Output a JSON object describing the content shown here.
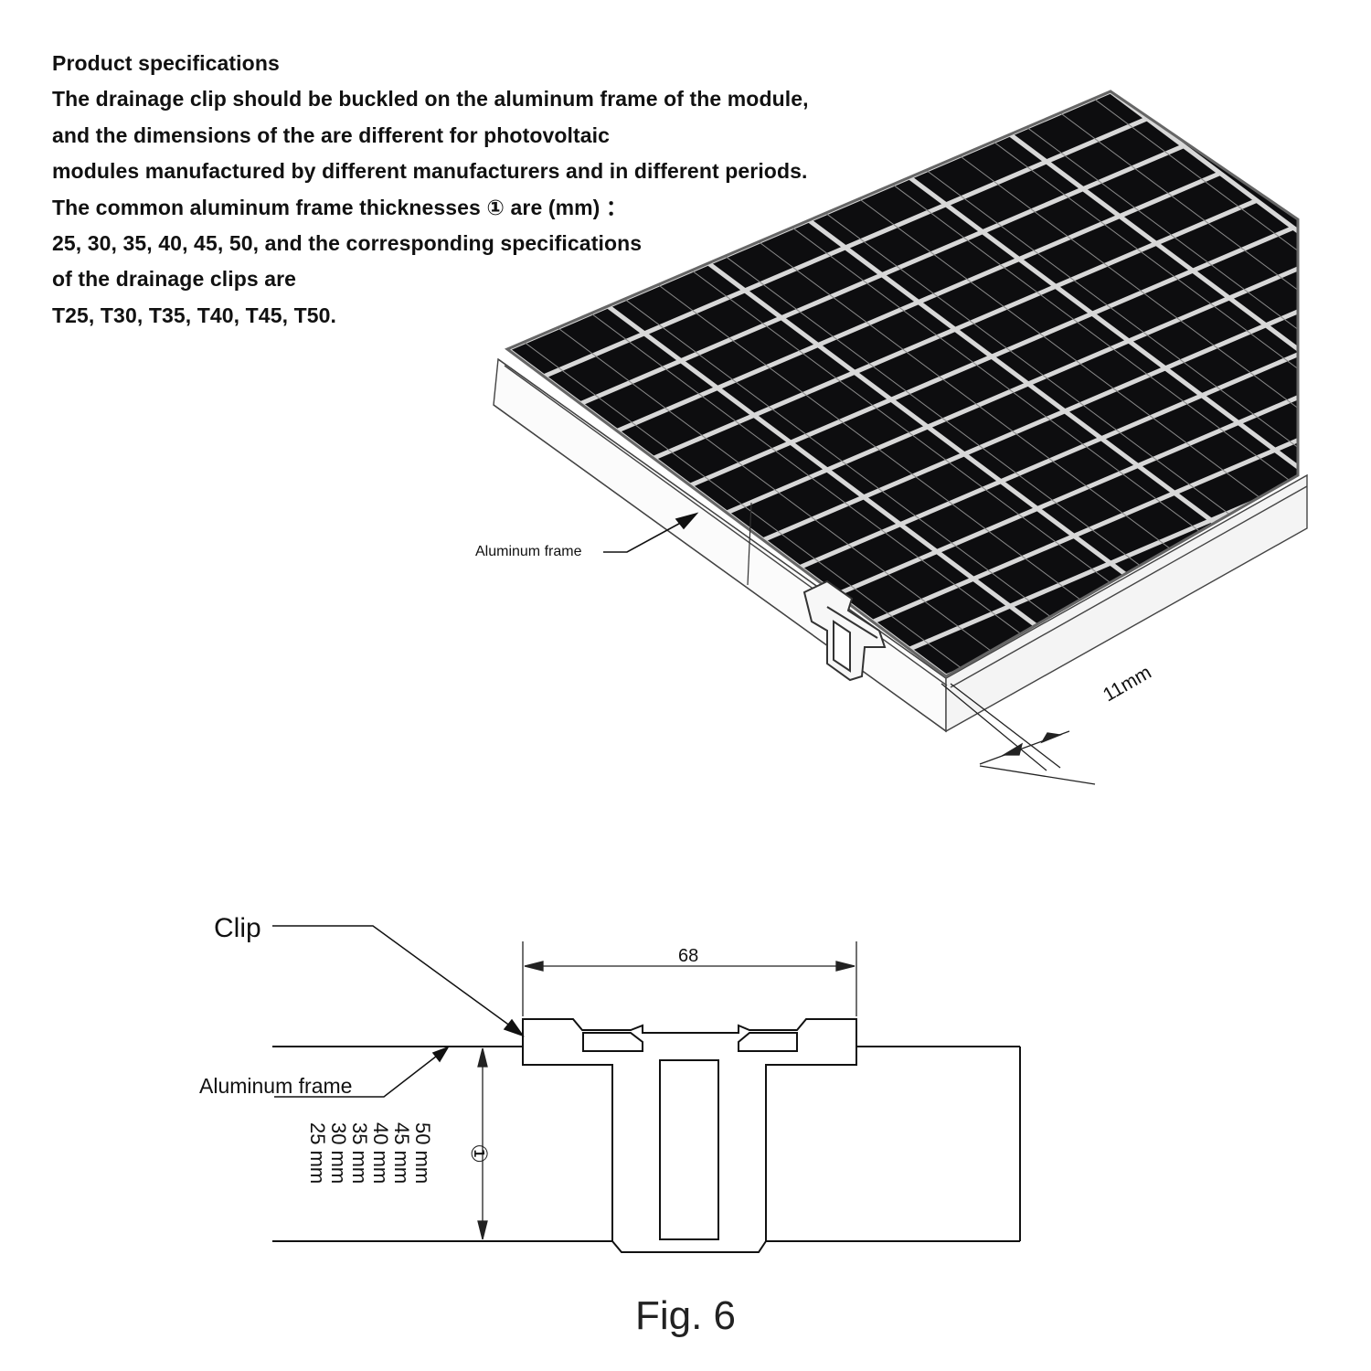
{
  "spec": {
    "lines": [
      "Product specifications",
      "The drainage clip should be buckled on the aluminum frame of the module,",
      "and the dimensions of the  are different for photovoltaic",
      "modules manufactured by different manufacturers and in different periods.",
      "The common aluminum frame thicknesses ①  are (mm) ：",
      "25, 30, 35, 40, 45, 50, and the corresponding specifications",
      "of the drainage clips are",
      "T25, T30, T35, T40, T45, T50."
    ]
  },
  "panel_figure": {
    "frame_label": "Aluminum frame",
    "gap_label": "11mm"
  },
  "section_figure": {
    "clip_label": "Clip",
    "frame_label": "Aluminum frame",
    "width_label": "68",
    "thickness_marker": "①",
    "thickness_options": [
      "25 mm",
      "30 mm",
      "35 mm",
      "40 mm",
      "45 mm",
      "50 mm"
    ]
  },
  "caption": "Fig. 6"
}
